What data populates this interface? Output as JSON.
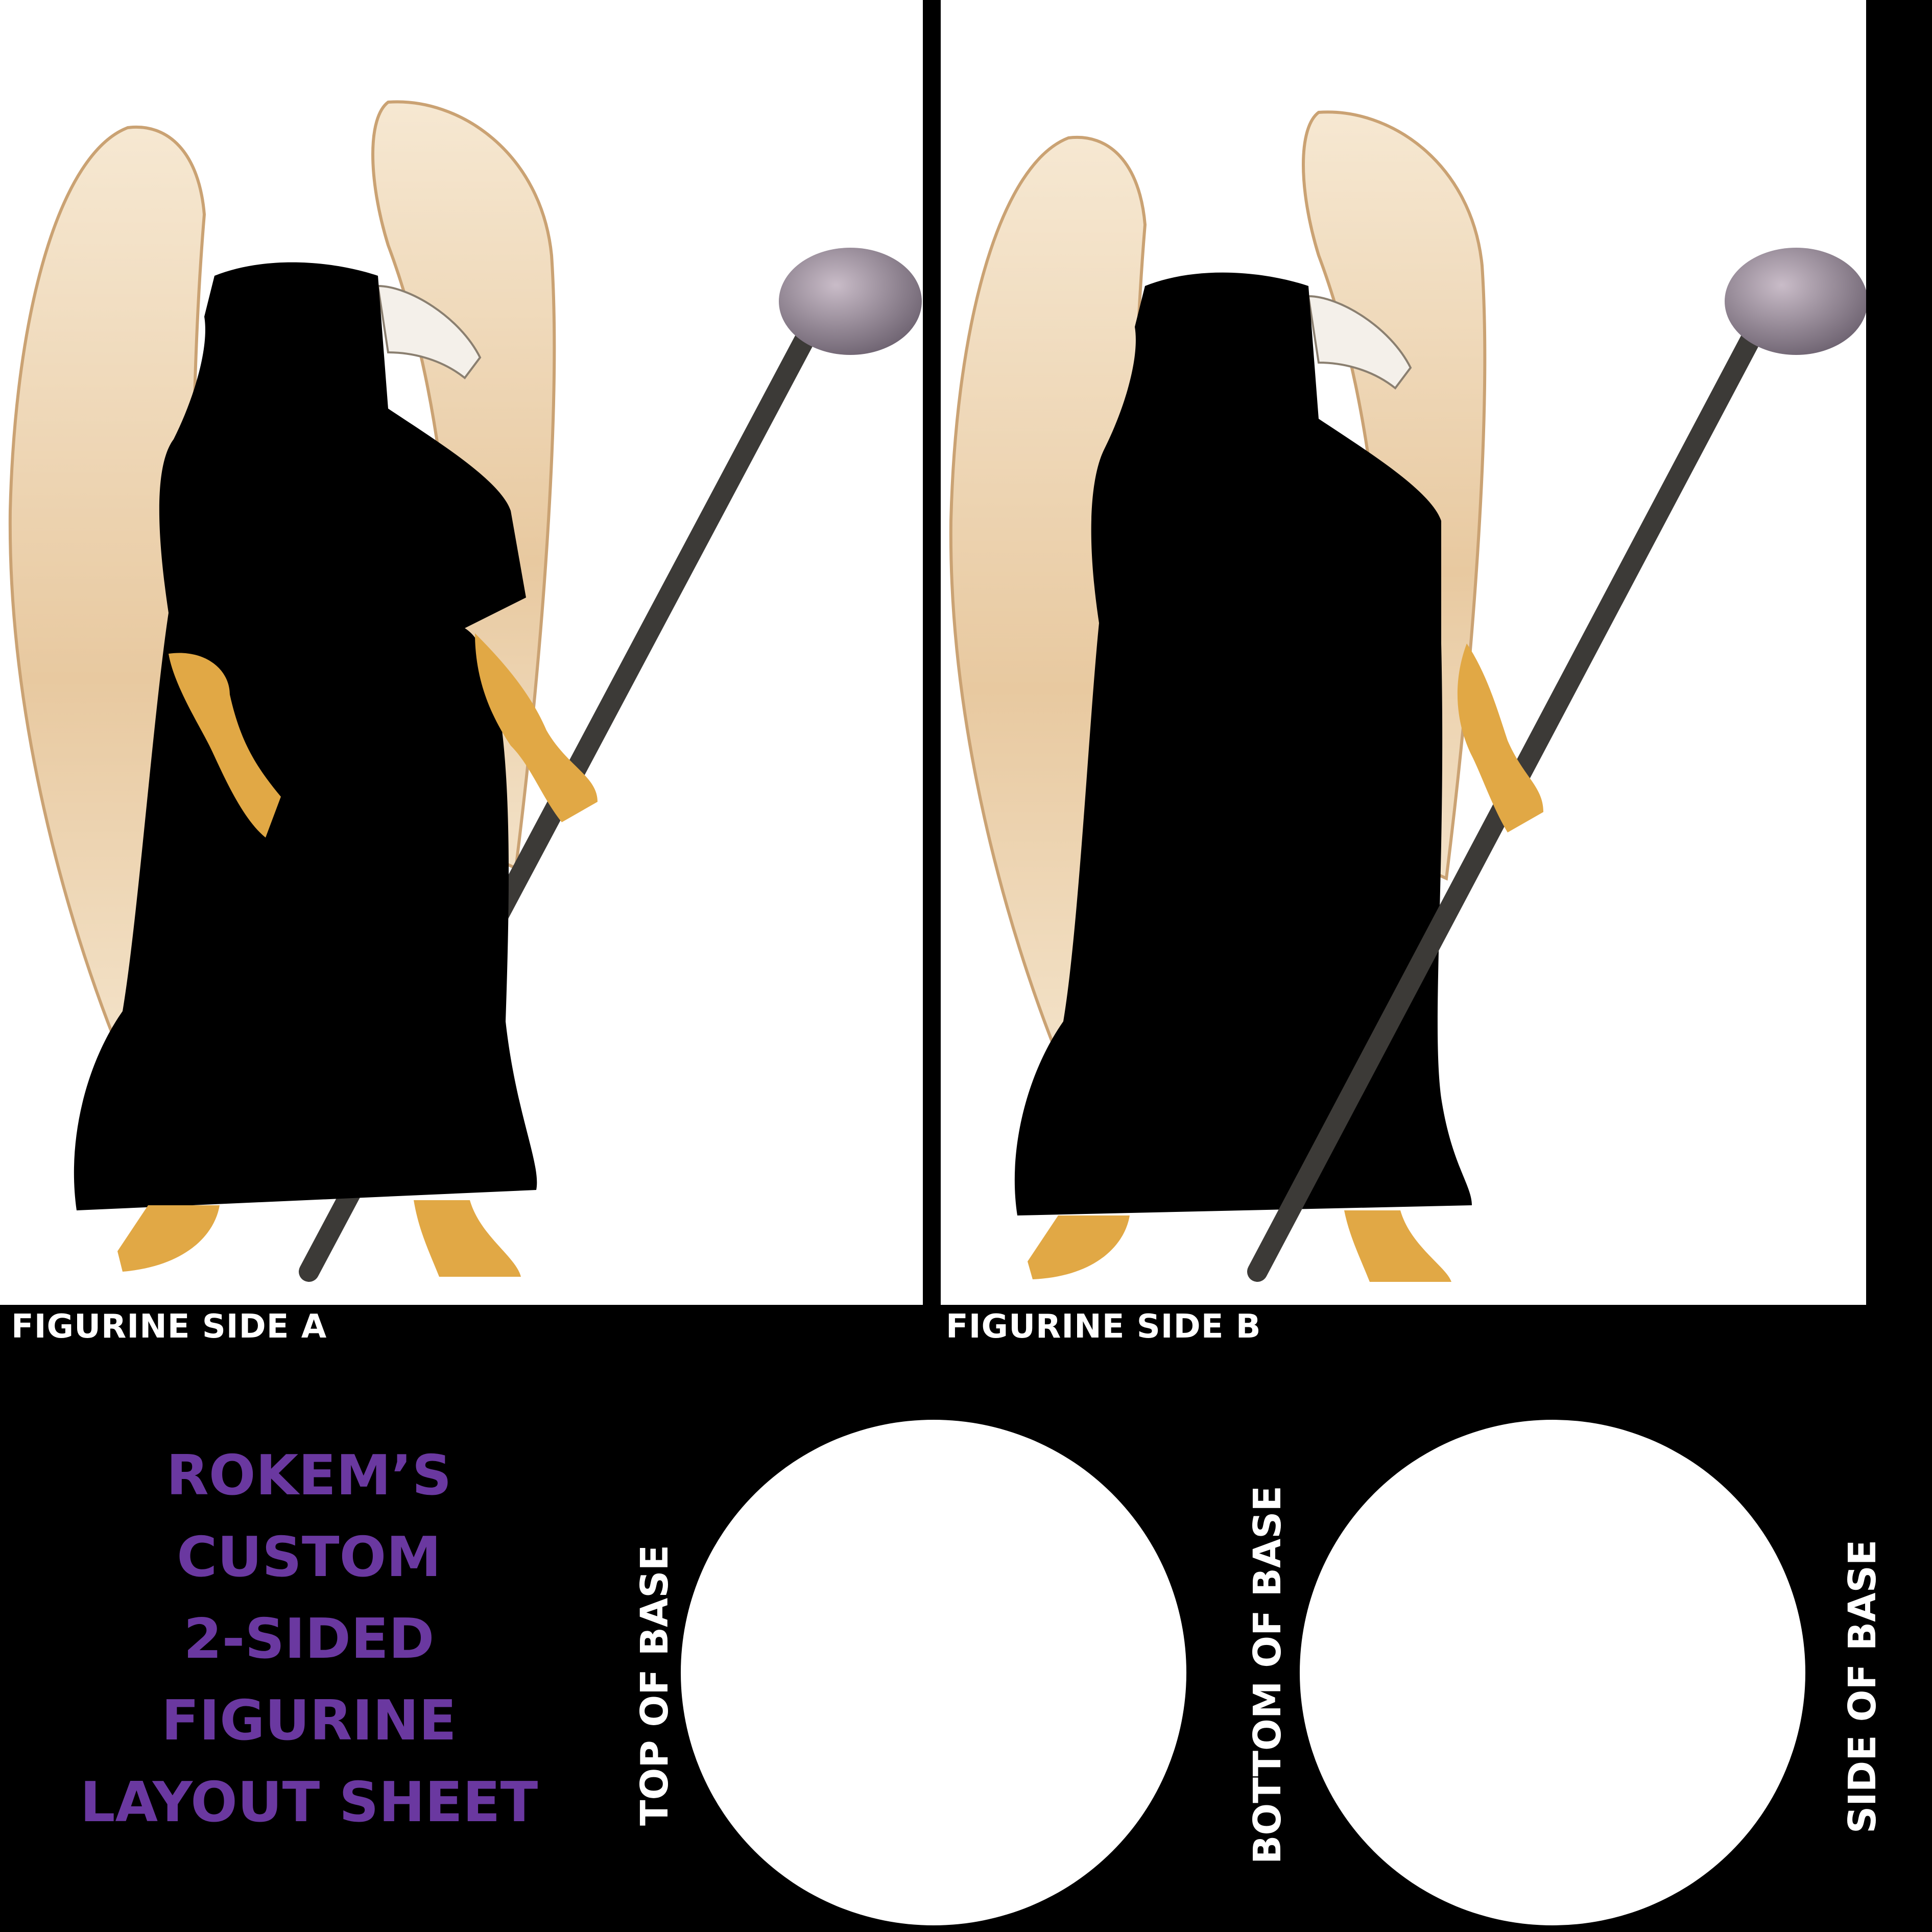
{
  "panels": [
    {
      "label": "FIGURINE SIDE A"
    },
    {
      "label": "FIGURINE SIDE B"
    }
  ],
  "title_lines": [
    "ROKEM’S",
    "CUSTOM",
    "2-SIDED",
    "FIGURINE",
    "LAYOUT SHEET"
  ],
  "base_labels": {
    "top": "TOP OF BASE",
    "bottom": "BOTTOM OF BASE",
    "side": "SIDE OF BASE"
  },
  "colors": {
    "background": "#000000",
    "panel": "#ffffff",
    "title": "#6a38a0",
    "wing": "#efd7b6",
    "talon": "#e1a845",
    "staff": "#3c3a37",
    "orb": "#9d8f9c"
  }
}
